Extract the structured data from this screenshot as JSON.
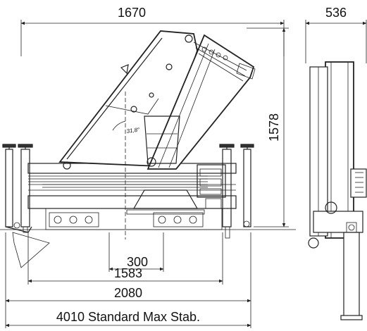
{
  "dimensions": {
    "overall_width_boom": "1670",
    "side_view_width": "536",
    "height": "1578",
    "center_offset": "300",
    "stabilizer_retracted": "1583",
    "stabilizer_extended": "2080",
    "standard_max_stab": "4010 Standard Max Stab."
  },
  "annotations": {
    "boom_angle": "31,8°"
  }
}
